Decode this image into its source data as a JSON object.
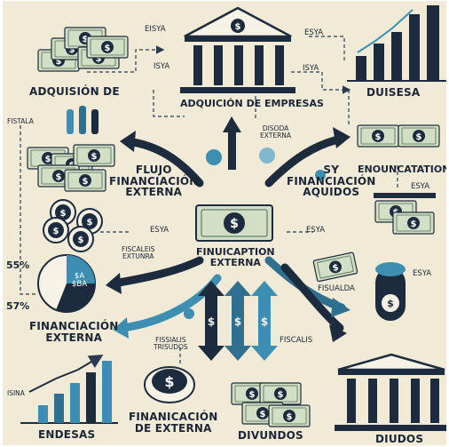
{
  "labels": {
    "adquisicion_de": "Adquisión de",
    "eisya_top": "EISYA",
    "adquisicion_empresas": "Adquición de empresas",
    "esya_top_right": "ESYA",
    "isya_left": "ISYA",
    "isya_center": "ISYA",
    "duisesa": "DUISESA",
    "fistala": "FISTALA",
    "disoda_externa": [
      "DISODA",
      "EXTERNA"
    ],
    "flujo_financiacion_externa": [
      "FLUJO",
      "FINANCIACIÓN",
      "EXTERNA"
    ],
    "sy_financiacion_aquidos": [
      "SY",
      "FINANCIACIÓN",
      "AQUIDOS"
    ],
    "enouncatation": "ENOUNCATATION",
    "esya_right": "ESYA",
    "finuicaption_externa": [
      "FINUICAPTION",
      "EXTERNA"
    ],
    "esya_mid_left": "ESYA",
    "esya_mid_right": "ESYA",
    "fiscaleis_extunra": [
      "FISCALEIS",
      "EXTUNRA"
    ],
    "pct_top": "55%",
    "pct_bottom": "57%",
    "pie_text": [
      "$A",
      "$BA"
    ],
    "fisualda": "FISUALDA",
    "esya_bottom_right": "ESYA",
    "financiacion_externa_left": [
      "FINANCIACIÓN",
      "EXTERNA"
    ],
    "fissialis_trisudos": [
      "FISSIALIS",
      "TRISUDOS"
    ],
    "fiscalis": "FISCALIS",
    "isina": "ISINA",
    "endesas": "ENDESAS",
    "finanicacion_de_externa": [
      "FINANICACIÓN",
      "DE EXTERNA"
    ],
    "dividundos": "DIVUNDOS",
    "diudos": "DIUDOS"
  },
  "icons": [
    "bank-icon",
    "money-stack-icon",
    "banknote-icon",
    "coin-stack-icon",
    "pie-chart-icon",
    "bar-chart-icon",
    "arrow-icon"
  ],
  "colors": {
    "background": "#f1ead6",
    "navy": "#1d2b3e",
    "teal": "#3c8fb0",
    "money_green": "#d3dfc4",
    "line": "#2a3a50"
  }
}
